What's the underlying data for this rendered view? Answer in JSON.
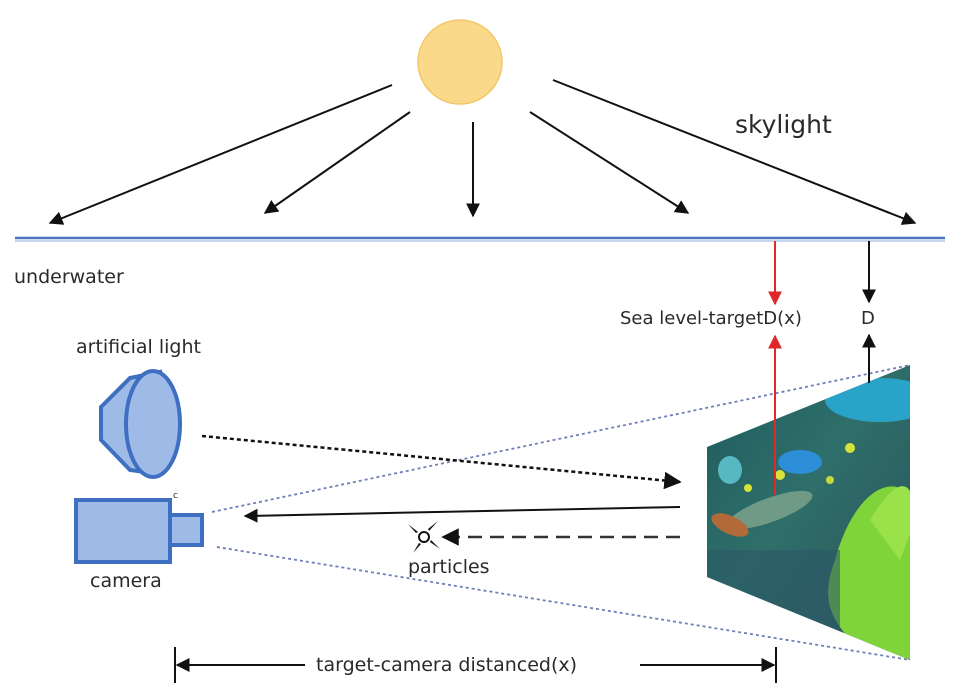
{
  "labels": {
    "skylight": "skylight",
    "underwater": "underwater",
    "artificial_light": "artificial light",
    "camera": "camera",
    "camera_mark": "c",
    "particles": "particles",
    "sea_level_target": "Sea level-targetD(x)",
    "depth": "D",
    "distance": "target-camera distanced(x)"
  },
  "colors": {
    "sun": "#fbd98a",
    "water_line": "#4a74c2",
    "device_fill": "#9dbbe6",
    "device_stroke": "#3e6fc0",
    "red_arrow": "#e0282a"
  }
}
